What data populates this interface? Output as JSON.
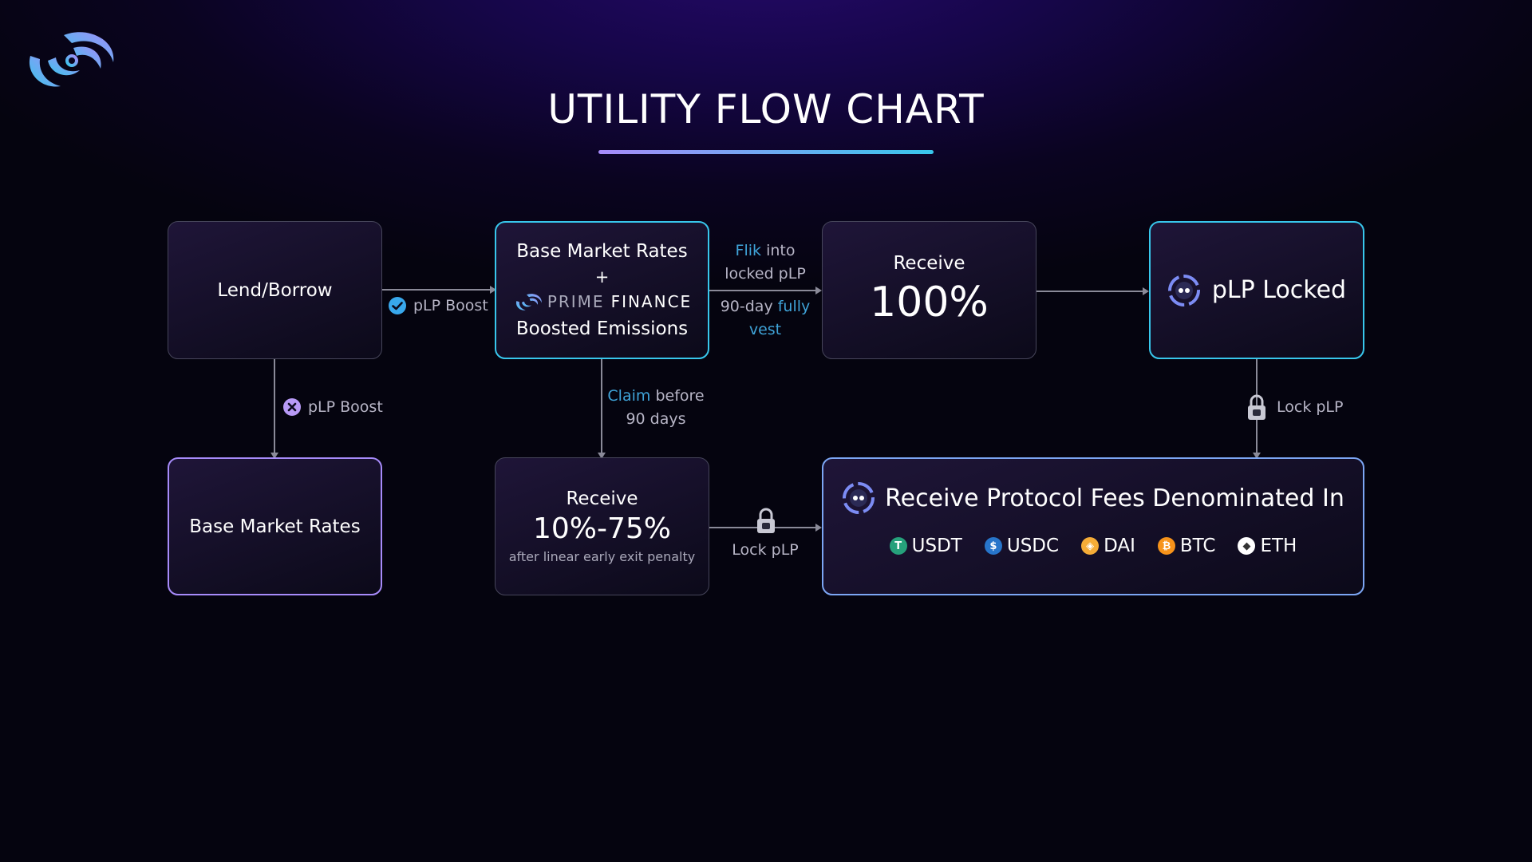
{
  "title": "UTILITY FLOW CHART",
  "nodes": {
    "lend_borrow": "Lend/Borrow",
    "base_market_rates": "Base Market Rates",
    "emissions": {
      "line1": "Base Market Rates",
      "plus": "+",
      "brand_prime": "PRIME",
      "brand_finance": "FINANCE",
      "line3": "Boosted Emissions"
    },
    "receive_full": {
      "label": "Receive",
      "value": "100%"
    },
    "receive_partial": {
      "label": "Receive",
      "value": "10%-75%",
      "note": "after linear early exit penalty"
    },
    "plp_locked": "pLP Locked",
    "protocol_fees": {
      "title": "Receive Protocol Fees Denominated In",
      "tokens": [
        {
          "symbol": "USDT",
          "color": "#26a17b",
          "glyph": "T"
        },
        {
          "symbol": "USDC",
          "color": "#2775ca",
          "glyph": "$"
        },
        {
          "symbol": "DAI",
          "color": "#f5ac37",
          "glyph": "◈"
        },
        {
          "symbol": "BTC",
          "color": "#f7931a",
          "glyph": "₿"
        },
        {
          "symbol": "ETH",
          "color": "#ffffff",
          "glyph": "◆"
        }
      ]
    }
  },
  "edges": {
    "boost_yes": "pLP Boost",
    "boost_no": "pLP Boost",
    "flik_hl": "Flik",
    "flik_rest": "into",
    "flik_line2": "locked pLP",
    "vest_prefix": "90-day",
    "vest_hl": "fully",
    "vest_line2": "vest",
    "claim_hl": "Claim",
    "claim_rest": "before",
    "claim_line2": "90 days",
    "lock_bottom": "Lock pLP",
    "lock_right": "Lock pLP"
  },
  "colors": {
    "accent_blue": "#38c7ec",
    "accent_purple": "#a78bfa",
    "highlight_text": "#3fa3d8"
  },
  "icons": [
    "logo-swirl",
    "check-circle-icon",
    "x-circle-icon",
    "lock-icon",
    "plp-token-icon"
  ]
}
